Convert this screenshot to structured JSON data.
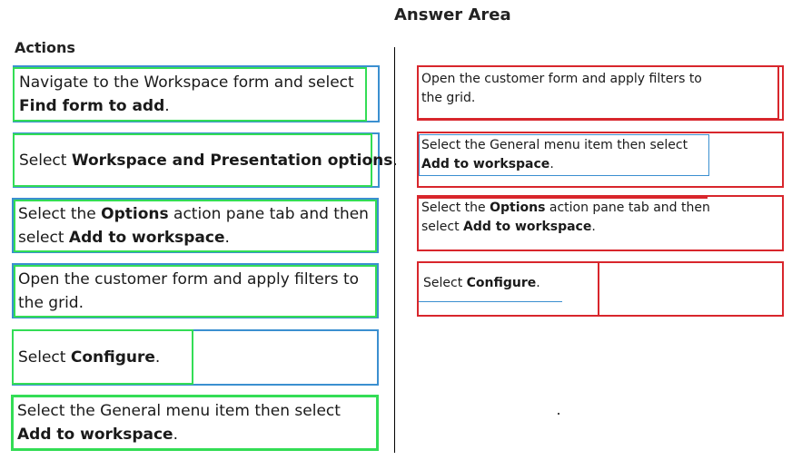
{
  "answer_area": {
    "title": "Answer Area"
  },
  "actions": {
    "title": "Actions",
    "items": [
      {
        "line1_pre": "Navigate to the Workspace form and select",
        "line2_bold": "Find form to add",
        "line2_post": "."
      },
      {
        "pre": "Select ",
        "bold": "Workspace and Presentation options",
        "post": "."
      },
      {
        "line1_pre": "Select the ",
        "line1_bold": "Options",
        "line1_post": " action pane tab and then",
        "line2_pre": "select ",
        "line2_bold": "Add to workspace",
        "line2_post": "."
      },
      {
        "line1": "Open the customer form and apply filters to",
        "line2": "the grid."
      },
      {
        "pre": "Select ",
        "bold": "Configure",
        "post": "."
      },
      {
        "line1": "Select the General menu item then select",
        "line2_bold": "Add to workspace",
        "line2_post": "."
      }
    ]
  },
  "answers": {
    "items": [
      {
        "line1": "Open the customer form and apply filters to",
        "line2": "the grid."
      },
      {
        "line1": "Select the General menu item then select",
        "line2_bold": "Add to workspace",
        "line2_post": "."
      },
      {
        "line1_pre": "Select the ",
        "line1_bold": "Options",
        "line1_post": " action pane tab and then",
        "line2_pre": "select ",
        "line2_bold": "Add to workspace",
        "line2_post": "."
      },
      {
        "pre": "Select ",
        "bold": "Configure",
        "post": "."
      }
    ]
  },
  "colors": {
    "action_border_blue": "#3b8fd0",
    "action_border_green": "#33dd55",
    "answer_border_red": "#d8262c"
  }
}
